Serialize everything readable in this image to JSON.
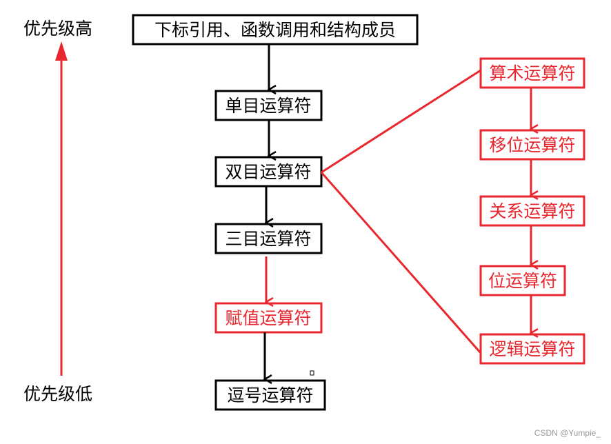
{
  "labels": {
    "priority_high": "优先级高",
    "priority_low": "优先级低",
    "watermark": "CSDN @Yumpie_"
  },
  "main_chain": [
    "下标引用、函数调用和结构成员",
    "单目运算符",
    "双目运算符",
    "三目运算符",
    "赋值运算符",
    "逗号运算符"
  ],
  "binary_subchain": [
    "算术运算符",
    "移位运算符",
    "关系运算符",
    "位运算符",
    "逻辑运算符"
  ],
  "colors": {
    "black": "#000000",
    "red": "#e8272f"
  }
}
